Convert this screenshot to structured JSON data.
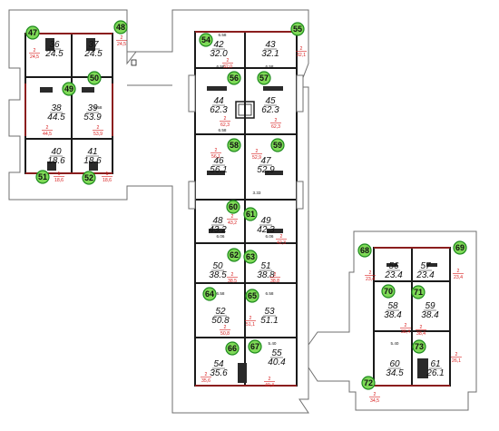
{
  "apartments": [
    {
      "marker": "47",
      "room": "36",
      "area": "24.5",
      "index": "2",
      "area_red": "24,5"
    },
    {
      "marker": "48",
      "room": "37",
      "area": "24.5",
      "index": "2",
      "area_red": "24,5"
    },
    {
      "marker": "49",
      "room": "38",
      "area": "44.5",
      "index": "2",
      "area_red": "44,5"
    },
    {
      "marker": "50",
      "room": "39",
      "area": "53.9",
      "index": "2",
      "area_red": "53,9"
    },
    {
      "marker": "51",
      "room": "40",
      "area": "18.6",
      "index": "1",
      "area_red": "18,6"
    },
    {
      "marker": "52",
      "room": "41",
      "area": "18.6",
      "index": "1",
      "area_red": "18,6"
    },
    {
      "marker": "54",
      "room": "42",
      "area": "32.0",
      "index": "2",
      "area_red": "32,0"
    },
    {
      "marker": "55",
      "room": "43",
      "area": "32.1",
      "index": "2",
      "area_red": "32,1"
    },
    {
      "marker": "56",
      "room": "44",
      "area": "62.3",
      "index": "2",
      "area_red": "62,3"
    },
    {
      "marker": "57",
      "room": "45",
      "area": "62.3",
      "index": "2",
      "area_red": "62,3"
    },
    {
      "marker": "58",
      "room": "46",
      "area": "56.1",
      "index": "2",
      "area_red": "56,1"
    },
    {
      "marker": "59",
      "room": "47",
      "area": "52.9",
      "index": "2",
      "area_red": "52,9"
    },
    {
      "marker": "60",
      "room": "48",
      "area": "43.2",
      "index": "2",
      "area_red": "43,2"
    },
    {
      "marker": "61",
      "room": "49",
      "area": "42.3",
      "index": "2",
      "area_red": "42,3"
    },
    {
      "marker": "62",
      "room": "50",
      "area": "38.5",
      "index": "2",
      "area_red": "38,5"
    },
    {
      "marker": "63",
      "room": "51",
      "area": "38.8",
      "index": "2",
      "area_red": "38,8"
    },
    {
      "marker": "64",
      "room": "52",
      "area": "50.8",
      "index": "2",
      "area_red": "50,8"
    },
    {
      "marker": "65",
      "room": "53",
      "area": "51.1",
      "index": "2",
      "area_red": "51,1"
    },
    {
      "marker": "66",
      "room": "54",
      "area": "35.6",
      "index": "2",
      "area_red": "35,6"
    },
    {
      "marker": "67",
      "room": "55",
      "area": "40.4",
      "index": "2",
      "area_red": "40,4"
    },
    {
      "marker": "68",
      "room": "56",
      "area": "23.4",
      "index": "2",
      "area_red": "23,4"
    },
    {
      "marker": "69",
      "room": "57",
      "area": "23.4",
      "index": "2",
      "area_red": "23,4"
    },
    {
      "marker": "70",
      "room": "58",
      "area": "38.4",
      "index": "2",
      "area_red": "38,4"
    },
    {
      "marker": "71",
      "room": "59",
      "area": "38.4",
      "index": "2",
      "area_red": "38,4"
    },
    {
      "marker": "73",
      "room": "61",
      "area": "26.1",
      "index": "2",
      "area_red": "26,1"
    },
    {
      "marker": "72",
      "room": "60",
      "area": "34.5",
      "index": "2",
      "area_red": "34,5"
    }
  ],
  "dimensions": [
    "6.58",
    "6.58",
    "6.58",
    "6.58",
    "6.06",
    "6.06",
    "6.58",
    "6.58",
    "3.33",
    "5.40",
    "6.58",
    "5.40"
  ],
  "colors": {
    "outline": "#6f6f6f",
    "wall": "#1a1a1a",
    "balcony": "#8b1e1e",
    "marker_fill": "#7ed957",
    "marker_stroke": "#1e8a1e",
    "red_text": "#d81e1e",
    "stair_fill": "#2a2a2a"
  }
}
